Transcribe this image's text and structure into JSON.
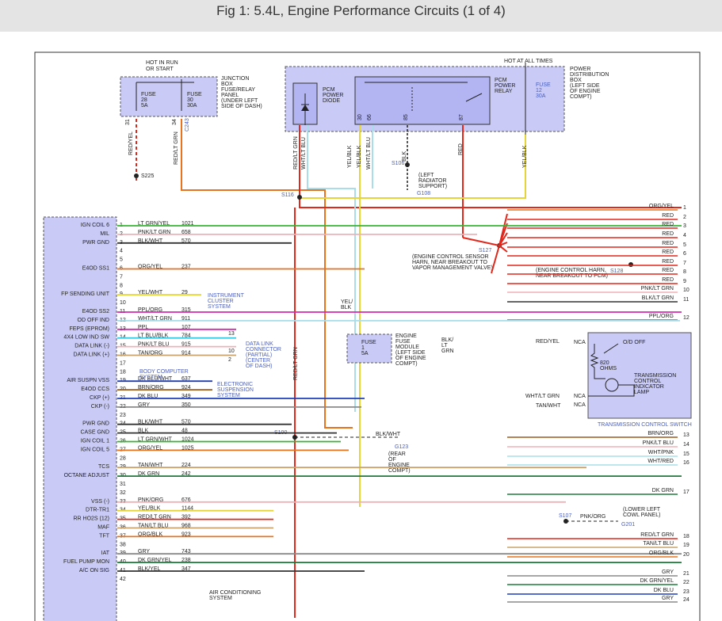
{
  "header": {
    "title": "Fig 1: 5.4L, Engine Performance Circuits (1 of 4)"
  },
  "colors": {
    "red": "#e0281c",
    "orange": "#e8731e",
    "green": "#36b532",
    "yellow": "#e5d43a",
    "blue": "#1f3fb8",
    "gray": "#8a8a8a",
    "magenta": "#d42ab0",
    "cyan": "#3ac9e0",
    "lightblue": "#a8dde9",
    "pink": "#f1b0b5",
    "darkgreen": "#1e7a3a",
    "brown": "#9a5a1e",
    "panel": "#c9cbf6"
  },
  "junction": {
    "hot_line1": "HOT IN RUN",
    "hot_line2": "OR START",
    "fuse_a": "FUSE",
    "fuse_a_num": "28",
    "fuse_a_amp": "5A",
    "fuse_b": "FUSE",
    "fuse_b_num": "30",
    "fuse_b_amp": "30A",
    "desc": [
      "JUNCTION",
      "BOX",
      "FUSE/RELAY",
      "PANEL",
      "(UNDER LEFT",
      "SIDE OF DASH)"
    ],
    "pin_a": "31",
    "pin_b": "34",
    "c_id": "C243"
  },
  "pdb": {
    "hot": "HOT AT ALL TIMES",
    "desc": [
      "POWER",
      "DISTRIBUTION",
      "BOX",
      "(LEFT SIDE",
      "OF ENGINE",
      "COMPT)"
    ],
    "diode": [
      "PCM",
      "POWER",
      "DIODE"
    ],
    "relay": [
      "PCM",
      "POWER",
      "RELAY"
    ],
    "fuse": "FUSE",
    "fuse_num": "12",
    "fuse_amp": "30A",
    "pins": [
      "30",
      "66",
      "85",
      "87"
    ]
  },
  "wires_top": [
    "RED/YEL",
    "RED/LT GRN",
    "RED/LT GRN",
    "WHT/LT BLU",
    "YEL/BLK",
    "YEL/BLK",
    "WHT/LT BLU",
    "BLK",
    "RED",
    "YEL/BLK"
  ],
  "splices": {
    "s225": "S225",
    "s116": "S116",
    "s106": "S106",
    "s127": "S127",
    "s128": "S128",
    "s100": "S100",
    "s107": "S107"
  },
  "grounds": {
    "g108": "G108",
    "g108_desc": [
      "(LEFT",
      "RADIATOR",
      "SUPPORT)"
    ],
    "g123": "G123",
    "g123_desc": [
      "(REAR",
      "OF",
      "ENGINE",
      "COMPT)"
    ],
    "g201": "G201",
    "g201_desc": [
      "(LOWER LEFT",
      "COWL PANEL)"
    ]
  },
  "pcm_pins": [
    {
      "n": "1",
      "label": "IGN COIL 6",
      "wire": "LT GRN/YEL",
      "circ": "1021"
    },
    {
      "n": "2",
      "label": "MIL",
      "wire": "PNK/LT GRN",
      "circ": "658"
    },
    {
      "n": "3",
      "label": "PWR GND",
      "wire": "BLK/WHT",
      "circ": "570"
    },
    {
      "n": "4",
      "label": "",
      "wire": "",
      "circ": ""
    },
    {
      "n": "5",
      "label": "",
      "wire": "",
      "circ": ""
    },
    {
      "n": "6",
      "label": "E4OD SS1",
      "wire": "ORG/YEL",
      "circ": "237"
    },
    {
      "n": "7",
      "label": "",
      "wire": "",
      "circ": ""
    },
    {
      "n": "8",
      "label": "",
      "wire": "",
      "circ": ""
    },
    {
      "n": "9",
      "label": "FP SENDING UNIT",
      "wire": "YEL/WHT",
      "circ": "29"
    },
    {
      "n": "10",
      "label": "",
      "wire": "",
      "circ": ""
    },
    {
      "n": "11",
      "label": "E4OD SS2",
      "wire": "PPL/ORG",
      "circ": "315"
    },
    {
      "n": "12",
      "label": "OD OFF IND",
      "wire": "WHT/LT GRN",
      "circ": "911"
    },
    {
      "n": "13",
      "label": "FEPS (EPROM)",
      "wire": "PPL",
      "circ": "107"
    },
    {
      "n": "14",
      "label": "4X4 LOW IND SW",
      "wire": "LT BLU/BLK",
      "circ": "784"
    },
    {
      "n": "15",
      "label": "DATA LINK (-)",
      "wire": "PNK/LT BLU",
      "circ": "915"
    },
    {
      "n": "16",
      "label": "DATA LINK (+)",
      "wire": "TAN/ORG",
      "circ": "914"
    },
    {
      "n": "17",
      "label": "",
      "wire": "",
      "circ": ""
    },
    {
      "n": "18",
      "label": "",
      "wire": "",
      "circ": ""
    },
    {
      "n": "19",
      "label": "AIR SUSPN VSS",
      "wire": "DK BLU/WHT",
      "circ": "637"
    },
    {
      "n": "20",
      "label": "E4OD CCS",
      "wire": "BRN/ORG",
      "circ": "924"
    },
    {
      "n": "21",
      "label": "CKP (+)",
      "wire": "DK BLU",
      "circ": "349"
    },
    {
      "n": "22",
      "label": "CKP (-)",
      "wire": "GRY",
      "circ": "350"
    },
    {
      "n": "23",
      "label": "",
      "wire": "",
      "circ": ""
    },
    {
      "n": "24",
      "label": "PWR GND",
      "wire": "BLK/WHT",
      "circ": "570"
    },
    {
      "n": "25",
      "label": "CASE GND",
      "wire": "BLK",
      "circ": "48"
    },
    {
      "n": "26",
      "label": "IGN COIL 1",
      "wire": "LT GRN/WHT",
      "circ": "1024"
    },
    {
      "n": "27",
      "label": "IGN COIL 5",
      "wire": "ORG/YEL",
      "circ": "1025"
    },
    {
      "n": "28",
      "label": "",
      "wire": "",
      "circ": ""
    },
    {
      "n": "29",
      "label": "TCS",
      "wire": "TAN/WHT",
      "circ": "224"
    },
    {
      "n": "30",
      "label": "OCTANE ADJUST",
      "wire": "DK GRN",
      "circ": "242"
    },
    {
      "n": "31",
      "label": "",
      "wire": "",
      "circ": ""
    },
    {
      "n": "32",
      "label": "",
      "wire": "",
      "circ": ""
    },
    {
      "n": "33",
      "label": "VSS (-)",
      "wire": "PNK/ORG",
      "circ": "676"
    },
    {
      "n": "34",
      "label": "DTR-TR1",
      "wire": "YEL/BLK",
      "circ": "1144"
    },
    {
      "n": "35",
      "label": "RR HO2S (12)",
      "wire": "RED/LT GRN",
      "circ": "392"
    },
    {
      "n": "36",
      "label": "MAF",
      "wire": "TAN/LT BLU",
      "circ": "968"
    },
    {
      "n": "37",
      "label": "TFT",
      "wire": "ORG/BLK",
      "circ": "923"
    },
    {
      "n": "38",
      "label": "",
      "wire": "",
      "circ": ""
    },
    {
      "n": "39",
      "label": "IAT",
      "wire": "GRY",
      "circ": "743"
    },
    {
      "n": "40",
      "label": "FUEL PUMP MON",
      "wire": "DK GRN/YEL",
      "circ": "238"
    },
    {
      "n": "41",
      "label": "A/C ON SIG",
      "wire": "BLK/YEL",
      "circ": "347"
    },
    {
      "n": "42",
      "label": "",
      "wire": "",
      "circ": ""
    }
  ],
  "systems": {
    "cluster": [
      "INSTRUMENT",
      "CLUSTER",
      "SYSTEM"
    ],
    "dlc": [
      "DATA LINK",
      "CONNECTOR",
      "(PARTIAL)",
      "(CENTER",
      "OF DASH)"
    ],
    "dlc_pins": [
      "13",
      "10",
      "2"
    ],
    "body": [
      "BODY COMPUTER",
      "SYSTEM"
    ],
    "air_susp": [
      "ELECTRONIC",
      "SUSPENSION",
      "SYSTEM"
    ],
    "ac": [
      "AIR CONDITIONING",
      "SYSTEM"
    ]
  },
  "efm": {
    "fuse": "FUSE",
    "fuse_num": "1",
    "fuse_amp": "5A",
    "desc": [
      "ENGINE",
      "FUSE",
      "MODULE",
      "(LEFT SIDE",
      "OF ENGINE",
      "COMPT)"
    ],
    "wire_label": [
      "BLK/",
      "LT",
      "GRN"
    ],
    "yel_blk": [
      "YEL/",
      "BLK"
    ]
  },
  "s127_desc": [
    "(ENGINE CONTROL SENSOR",
    "HARN, NEAR BREAKOUT TO",
    "VAPOR MANAGEMENT VALVE)"
  ],
  "s128_desc": [
    "(ENGINE CONTROL HARN,",
    "NEAR BREAKOUT TO PCM)"
  ],
  "tcs": {
    "title": "TRANSMISSION CONTROL SWITCH",
    "od_off": "O/D OFF",
    "ohms": [
      "820",
      "OHMS"
    ],
    "lamp": [
      "TRANSMISSION",
      "CONTROL",
      "INDICATOR",
      "LAMP"
    ],
    "nca": "NCA",
    "in_wires": [
      "RED/YEL",
      "WHT/LT GRN",
      "TAN/WHT"
    ]
  },
  "right_outputs": [
    {
      "wire": "ORG/YEL",
      "n": "1"
    },
    {
      "wire": "RED",
      "n": "2"
    },
    {
      "wire": "RED",
      "n": "3"
    },
    {
      "wire": "RED",
      "n": "4"
    },
    {
      "wire": "RED",
      "n": "5"
    },
    {
      "wire": "RED",
      "n": "6"
    },
    {
      "wire": "RED",
      "n": "7"
    },
    {
      "wire": "RED",
      "n": "8"
    },
    {
      "wire": "RED",
      "n": "9"
    },
    {
      "wire": "PNK/LT GRN",
      "n": "10"
    },
    {
      "wire": "BLK/LT GRN",
      "n": "11"
    },
    {
      "wire": "PPL/ORG",
      "n": "12"
    },
    {
      "wire": "BRN/ORG",
      "n": "13"
    },
    {
      "wire": "PNK/LT BLU",
      "n": "14"
    },
    {
      "wire": "WHT/PNK",
      "n": "15"
    },
    {
      "wire": "WHT/RED",
      "n": "16"
    },
    {
      "wire": "DK GRN",
      "n": "17"
    },
    {
      "wire": "RED/LT GRN",
      "n": "18"
    },
    {
      "wire": "TAN/LT BLU",
      "n": "19"
    },
    {
      "wire": "ORG/BLK",
      "n": "20"
    },
    {
      "wire": "GRY",
      "n": "21"
    },
    {
      "wire": "DK GRN/YEL",
      "n": "22"
    },
    {
      "wire": "DK BLU",
      "n": "23"
    },
    {
      "wire": "GRY",
      "n": "24"
    }
  ],
  "misc": {
    "blk_wht": "BLK/WHT",
    "pnk_org": "PNK/ORG",
    "red_lt_grn_vert": "RED/LT GRN"
  }
}
